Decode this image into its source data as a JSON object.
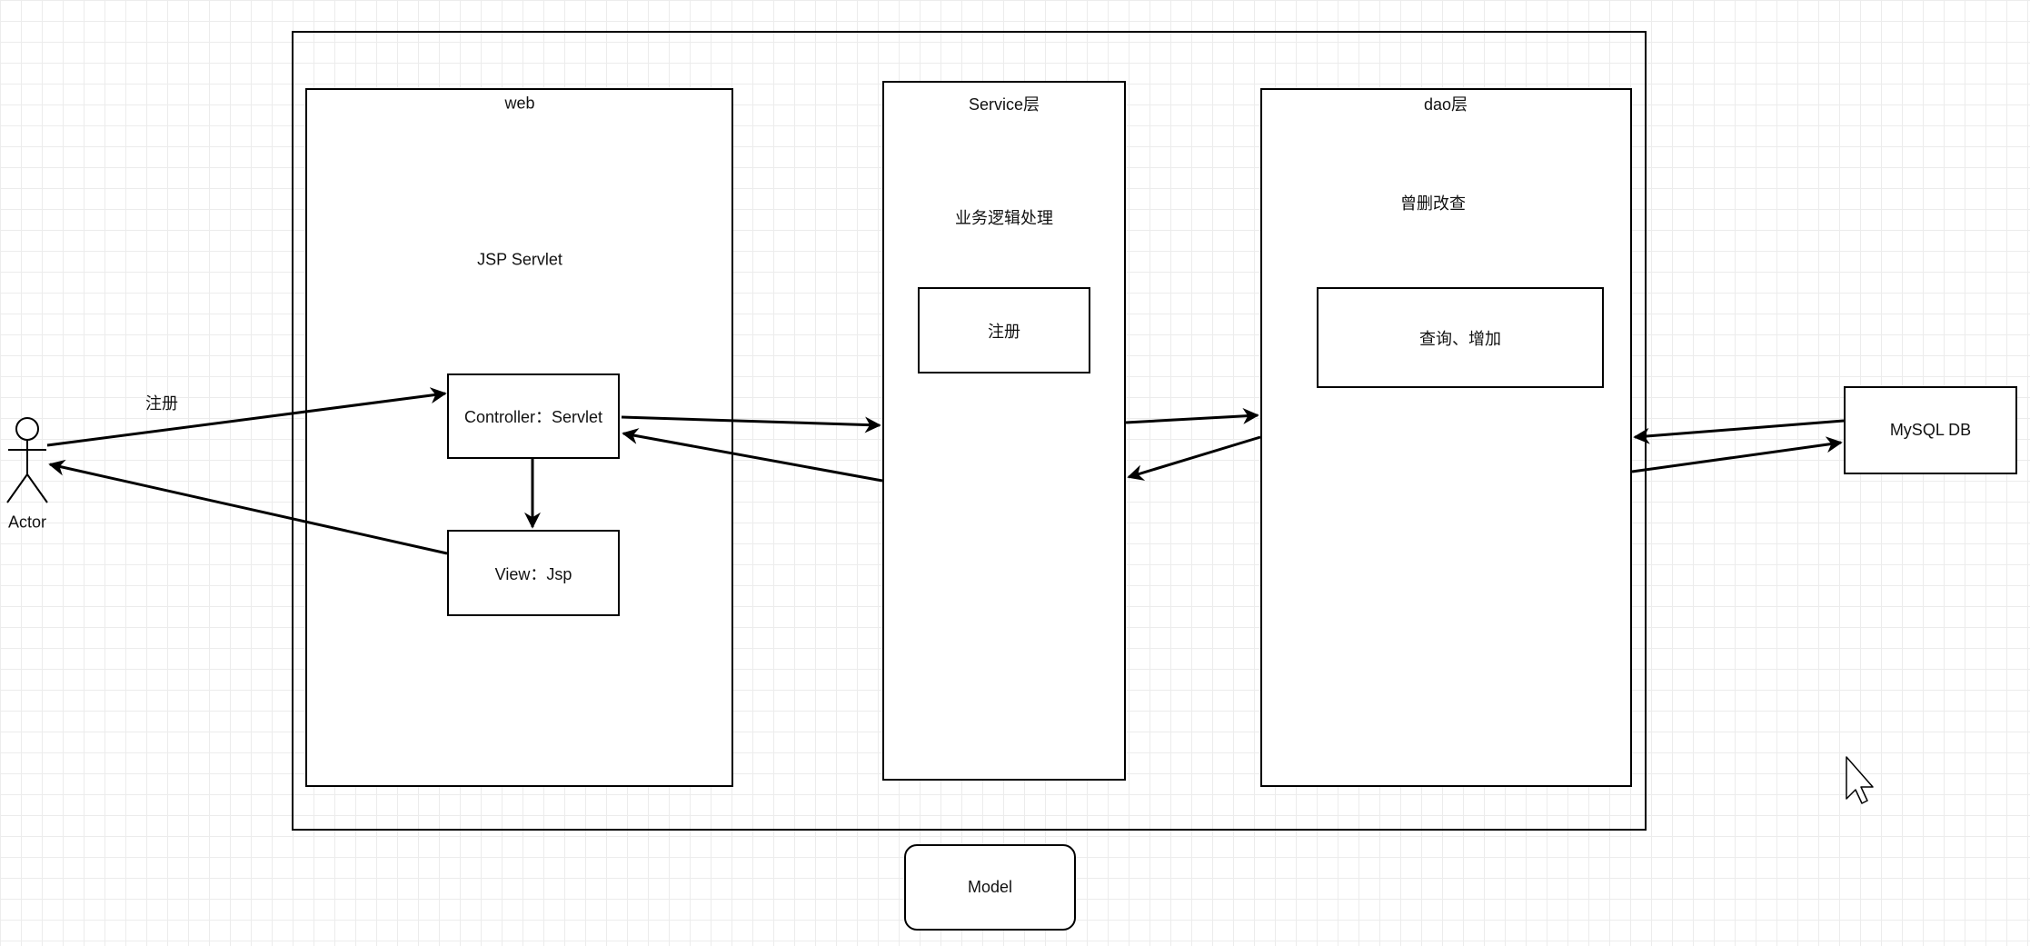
{
  "layers": {
    "web": {
      "title": "web",
      "desc": "JSP Servlet"
    },
    "service": {
      "title": "Service层",
      "desc": "业务逻辑处理",
      "inner": "注册"
    },
    "dao": {
      "title": "dao层",
      "desc": "曾删改查",
      "inner": "查询、增加"
    }
  },
  "controller": "Controller：Servlet",
  "view": "View：Jsp",
  "actor": "Actor",
  "register_edge": "注册",
  "database": "MySQL DB",
  "model": "Model",
  "colors": {
    "stroke": "#000000",
    "grid": "#ececec",
    "background": "#ffffff"
  }
}
